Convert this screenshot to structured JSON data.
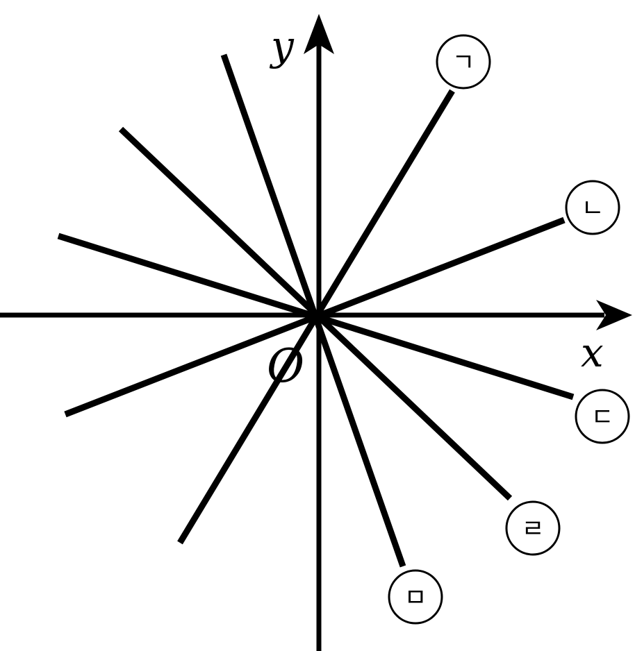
{
  "axes": {
    "x_label": "x",
    "y_label": "y",
    "origin_label": "O"
  },
  "lines": [
    {
      "id": "line-giyeok",
      "label": "ㄱ"
    },
    {
      "id": "line-nieun",
      "label": "ㄴ"
    },
    {
      "id": "line-digeut",
      "label": "ㄷ"
    },
    {
      "id": "line-rieul",
      "label": "ㄹ"
    },
    {
      "id": "line-mieum",
      "label": "ㅁ"
    }
  ]
}
